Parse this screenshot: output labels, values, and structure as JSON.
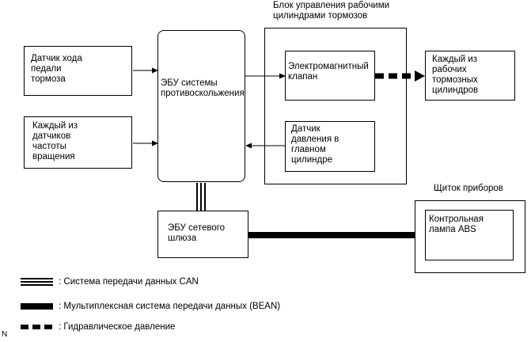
{
  "brake_actuator_group": {
    "title": "Блок управления рабочими\nцилиндрами тормозов"
  },
  "stroke_sensor": {
    "label": "Датчик хода\nпедали\nтормоза"
  },
  "speed_sensors": {
    "label": "Каждый из\nдатчиков\nчастоты\nвращения"
  },
  "skid_ecu": {
    "label": "ЭБУ системы\nпротивоскольжения"
  },
  "solenoid_valve": {
    "label": "Электромагнитный\nклапан"
  },
  "master_pressure_sensor": {
    "label": "Датчик\nдавления в\nглавном\nцилиндре"
  },
  "wheel_cylinders": {
    "label": "Каждый из\nрабочих\nтормозных\nцилиндров"
  },
  "gateway_ecu": {
    "label": "ЭБУ сетевого\nшлюза"
  },
  "combination_meter": {
    "title": "Щиток приборов",
    "lamp_label": "Контрольная\nлампа ABS"
  },
  "legend": {
    "can": ": Система передачи данных CAN",
    "bean": ": Мультиплексная система передачи данных (BEAN)",
    "hydraulic": ": Гидравлическое давление"
  },
  "corner_mark": "N"
}
